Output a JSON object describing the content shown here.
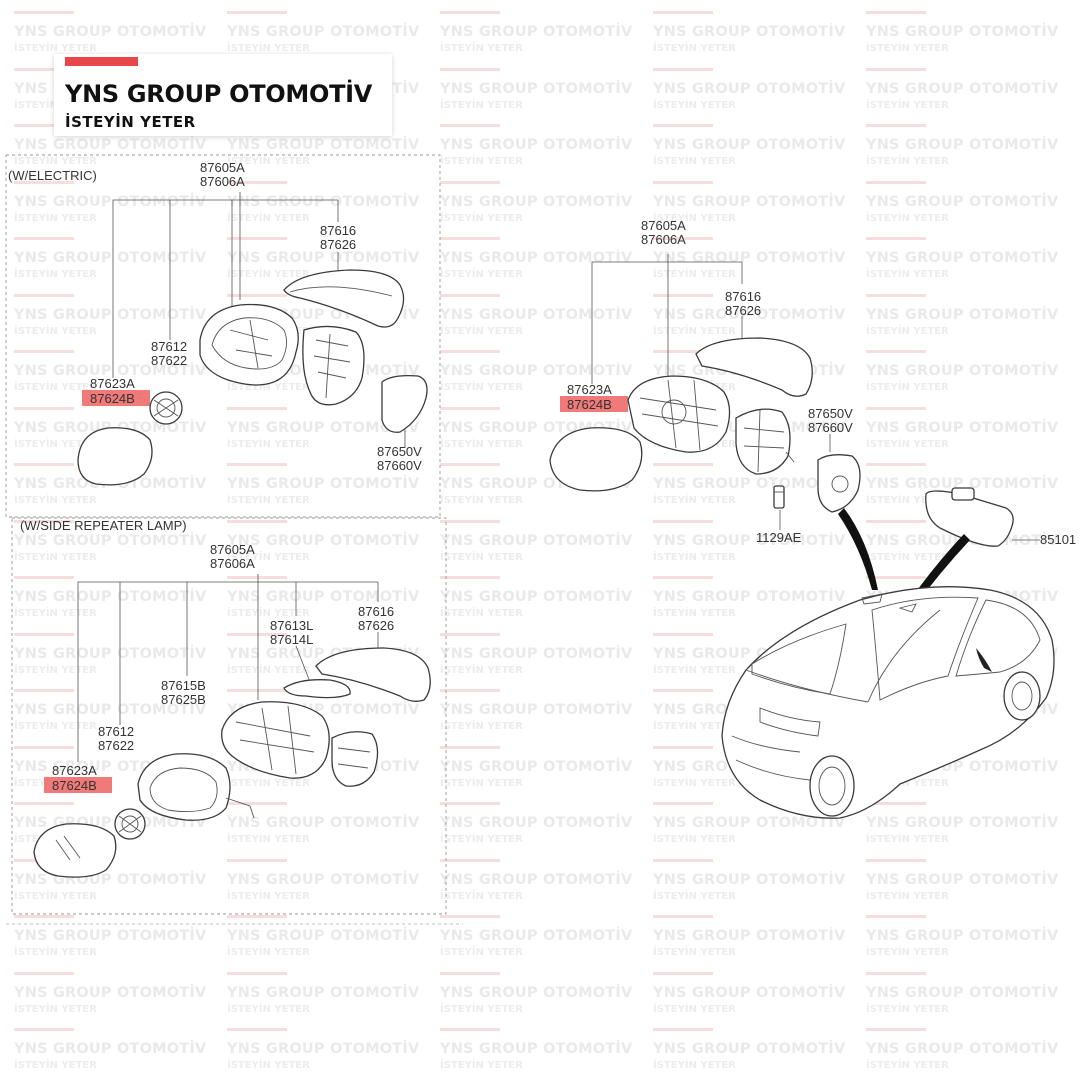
{
  "watermark": {
    "line1": "YNS GROUP OTOMOTİV",
    "line2": "İSTEYİN YETER"
  },
  "logo": {
    "title": "YNS GROUP OTOMOTİV",
    "subtitle": "İSTEYİN YETER"
  },
  "sections": {
    "electric": "(W/ELECTRIC)",
    "repeater": "(W/SIDE REPEATER LAMP)"
  },
  "labels": {
    "e_87605A": "87605A",
    "e_87606A": "87606A",
    "e_87616": "87616",
    "e_87626": "87626",
    "e_87612": "87612",
    "e_87622": "87622",
    "e_87623A": "87623A",
    "e_87624B": "87624B",
    "e_87650V": "87650V",
    "e_87660V": "87660V",
    "r_87605A": "87605A",
    "r_87606A": "87606A",
    "r_87616": "87616",
    "r_87626": "87626",
    "r_87613L": "87613L",
    "r_87614L": "87614L",
    "r_87615B": "87615B",
    "r_87625B": "87625B",
    "r_87612": "87612",
    "r_87622": "87622",
    "r_87623A": "87623A",
    "r_87624B": "87624B",
    "m_87605A": "87605A",
    "m_87606A": "87606A",
    "m_87616": "87616",
    "m_87626": "87626",
    "m_87623A": "87623A",
    "m_87624B": "87624B",
    "m_87650V": "87650V",
    "m_87660V": "87660V",
    "m_1129AE": "1129AE",
    "m_85101": "85101"
  },
  "colors": {
    "highlight": "#f07a7a",
    "logo_bar": "#e8474a",
    "watermark_text": "#e9e9e9"
  }
}
